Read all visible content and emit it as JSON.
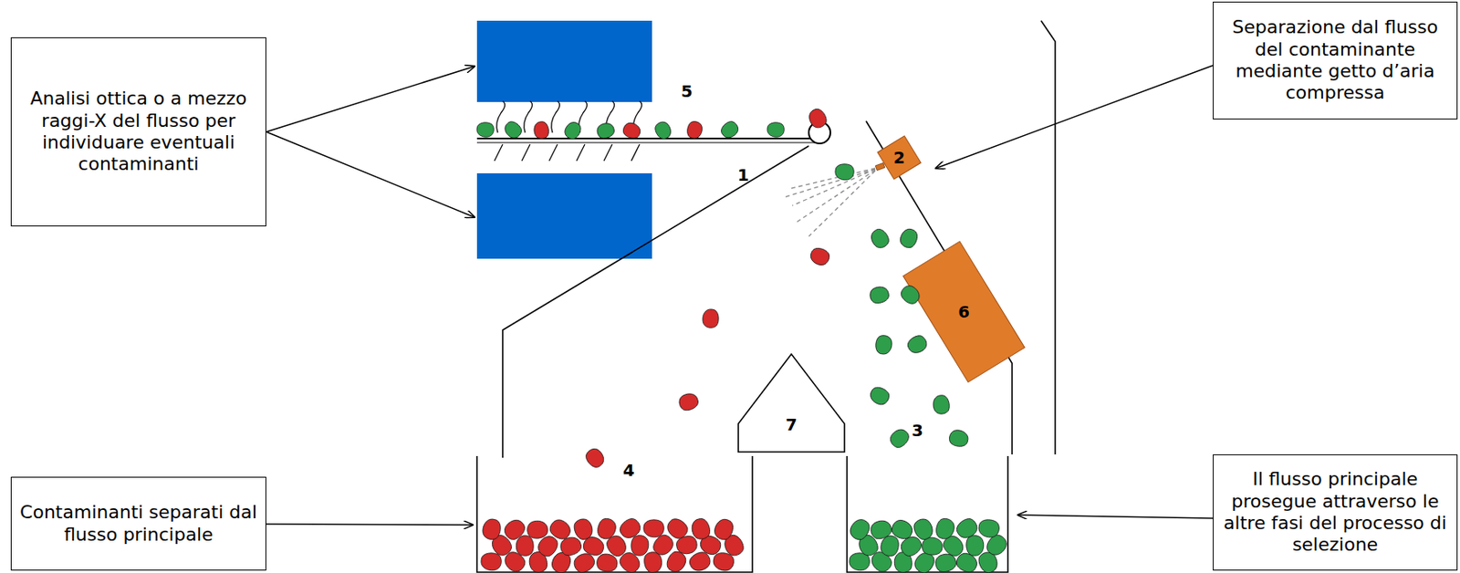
{
  "diagram": {
    "nodes": [
      {
        "text": [
          "Analisi ottica o a mezzo raggi-X del flusso per individuare eventuali contaminanti"
        ]
      },
      {
        "text": [
          "Separazione dal flusso del contaminante mediante getto d’aria compressa"
        ]
      },
      {
        "text": [
          "Contaminanti separati dal flusso principale"
        ]
      },
      {
        "text": [
          "Il flusso principale prosegue attraverso le altre fasi del processo di selezione"
        ]
      }
    ],
    "labels": [
      "5",
      "1",
      "2",
      "6",
      "7",
      "4",
      "3"
    ]
  }
}
